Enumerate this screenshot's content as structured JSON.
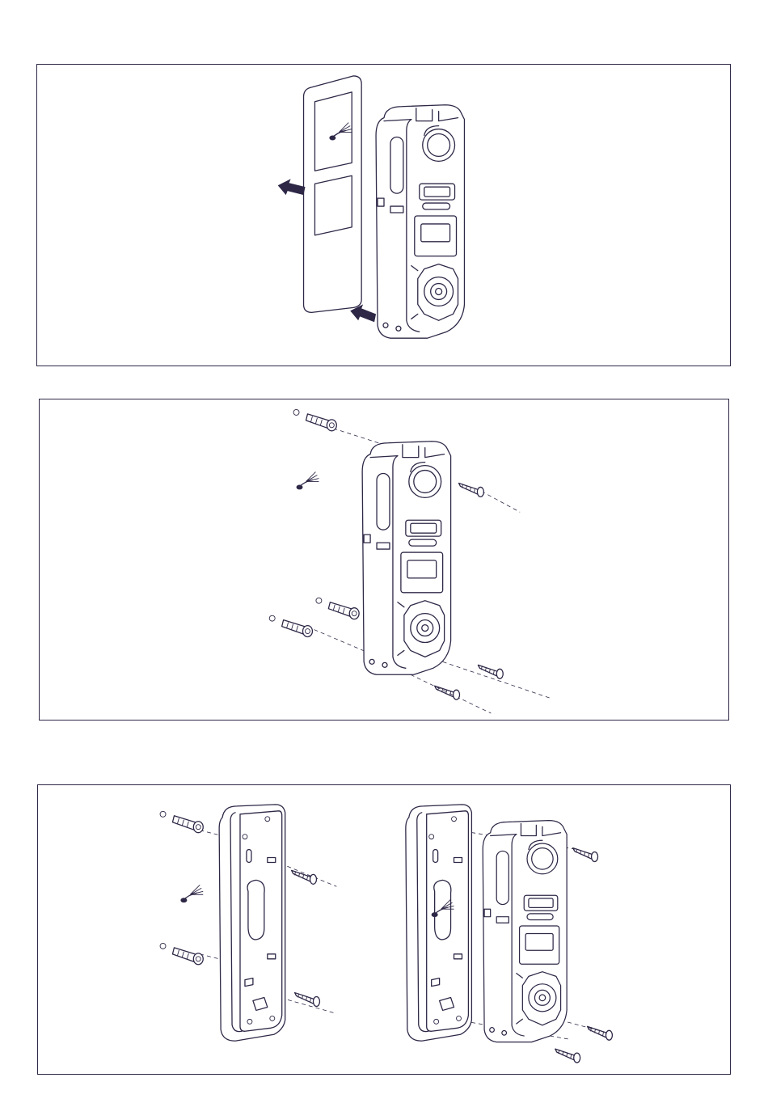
{
  "colors": {
    "line": "#2e2746",
    "background": "#ffffff"
  },
  "steps": [
    {
      "id": "step-1",
      "scene": "remove-backing-film-from-adhesive-plate",
      "icons": [
        "arrow-icon",
        "arrow-icon",
        "wire-icon"
      ]
    },
    {
      "id": "step-2",
      "scene": "mount-doorbell-with-wall-plugs-and-screws",
      "icons": [
        "wall-plug-icon",
        "screw-icon",
        "wire-icon"
      ]
    },
    {
      "id": "step-3",
      "scene": "attach-bracket-then-doorbell",
      "icons": [
        "wall-plug-icon",
        "screw-icon",
        "wire-icon",
        "bracket-icon"
      ]
    }
  ]
}
